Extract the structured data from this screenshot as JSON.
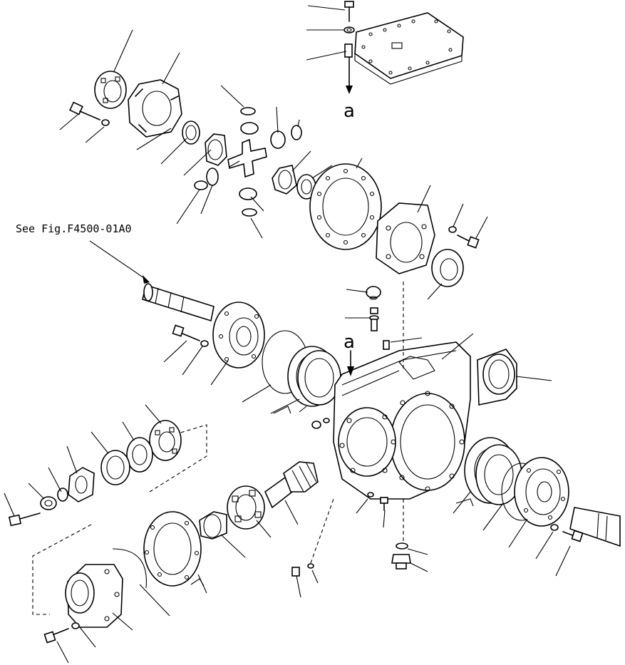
{
  "references": {
    "see_fig": "See Fig.F4500-01A0",
    "view_mark_top": "a",
    "view_mark_case": "a"
  }
}
